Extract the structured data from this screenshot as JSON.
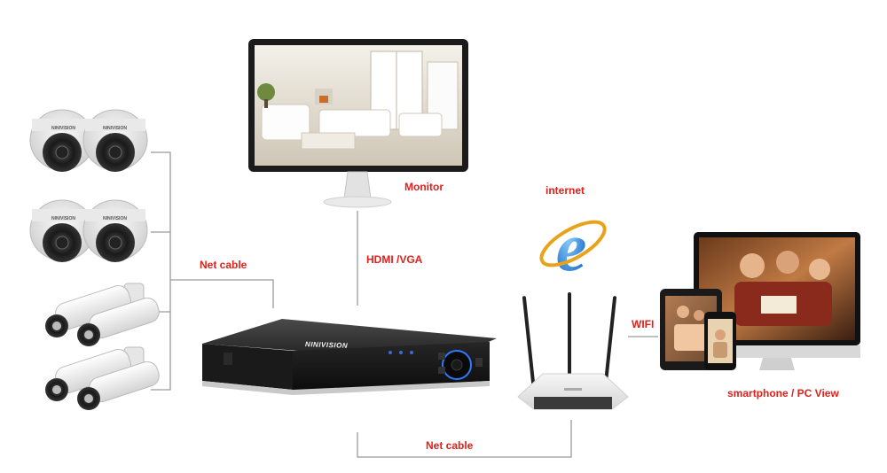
{
  "labels": {
    "monitor": "Monitor",
    "hdmi_vga": "HDMI /VGA",
    "net_cable_cameras": "Net cable",
    "internet": "internet",
    "wifi": "WIFI",
    "net_cable_bottom": "Net cable",
    "remote_view": "smartphone / PC View"
  },
  "brand": {
    "camera_logo": "NINIVISION",
    "nvr_logo": "NINIVISION"
  },
  "colors": {
    "label_red": "#e0201b",
    "line_gray": "#9a9a9a",
    "ie_blue": "#1e7fd6"
  }
}
